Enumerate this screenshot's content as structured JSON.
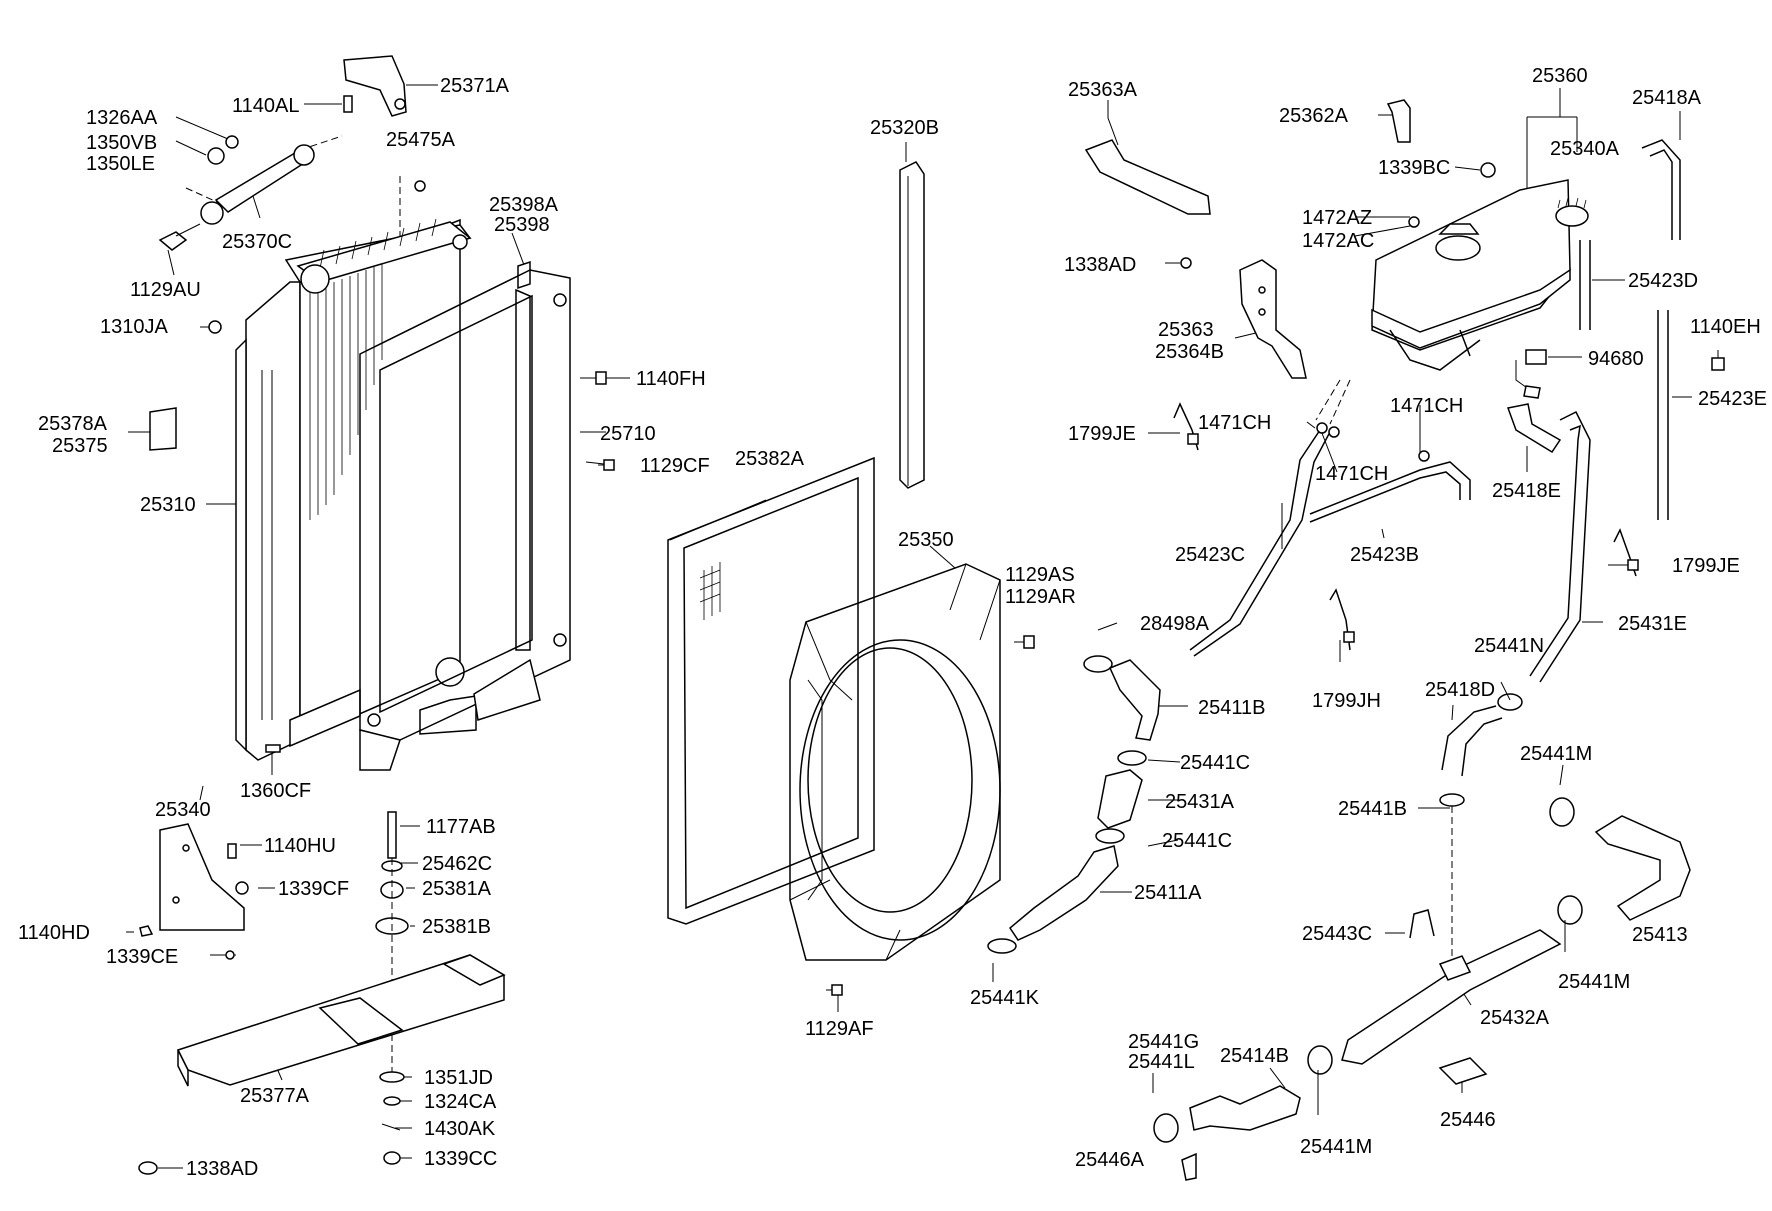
{
  "labels": {
    "p1326AA": "1326AA",
    "p1350VB": "1350VB",
    "p1350LE": "1350LE",
    "p1140AL": "1140AL",
    "p25371A": "25371A",
    "p25475A": "25475A",
    "p25370C": "25370C",
    "p1129AU": "1129AU",
    "p1310JA": "1310JA",
    "p25398A": "25398A",
    "p25398": "25398",
    "p1140FH": "1140FH",
    "p25710": "25710",
    "p1129CF": "1129CF",
    "p25378A": "25378A",
    "p25375": "25375",
    "p25310": "25310",
    "p1360CF": "1360CF",
    "p25340": "25340",
    "p1140HU": "1140HU",
    "p1339CF": "1339CF",
    "p1140HD": "1140HD",
    "p1339CE": "1339CE",
    "p1177AB": "1177AB",
    "p25462C": "25462C",
    "p25381A": "25381A",
    "p25381B": "25381B",
    "p1351JD": "1351JD",
    "p1324CA": "1324CA",
    "p1430AK": "1430AK",
    "p1339CC": "1339CC",
    "p25377A": "25377A",
    "p1338AD_a": "1338AD",
    "p25320B": "25320B",
    "p25382A": "25382A",
    "p25350": "25350",
    "p1129AS": "1129AS",
    "p1129AR": "1129AR",
    "p1129AF": "1129AF",
    "p25363A": "25363A",
    "p25362A": "25362A",
    "p25360": "25360",
    "p25418A": "25418A",
    "p25340A": "25340A",
    "p1339BC": "1339BC",
    "p1472AZ": "1472AZ",
    "p1472AC": "1472AC",
    "p1338AD_b": "1338AD",
    "p25423D": "25423D",
    "p25363": "25363",
    "p25364B": "25364B",
    "p1140EH": "1140EH",
    "p94680": "94680",
    "p25423E": "25423E",
    "p1471CH_a": "1471CH",
    "p1471CH_b": "1471CH",
    "p1471CH_c": "1471CH",
    "p1799JE_a": "1799JE",
    "p25418E": "25418E",
    "p25423C": "25423C",
    "p25423B": "25423B",
    "p1799JE_b": "1799JE",
    "p28498A": "28498A",
    "p25431E": "25431E",
    "p1799JH": "1799JH",
    "p25441N": "25441N",
    "p25418D": "25418D",
    "p25411B": "25411B",
    "p25441C_a": "25441C",
    "p25441M_a": "25441M",
    "p25431A": "25431A",
    "p25441B": "25441B",
    "p25441C_b": "25441C",
    "p25411A": "25411A",
    "p25413": "25413",
    "p25443C": "25443C",
    "p25441K": "25441K",
    "p25441M_b": "25441M",
    "p25432A": "25432A",
    "p25441G": "25441G",
    "p25441L": "25441L",
    "p25414B": "25414B",
    "p25446": "25446",
    "p25441M_c": "25441M",
    "p25446A": "25446A"
  }
}
